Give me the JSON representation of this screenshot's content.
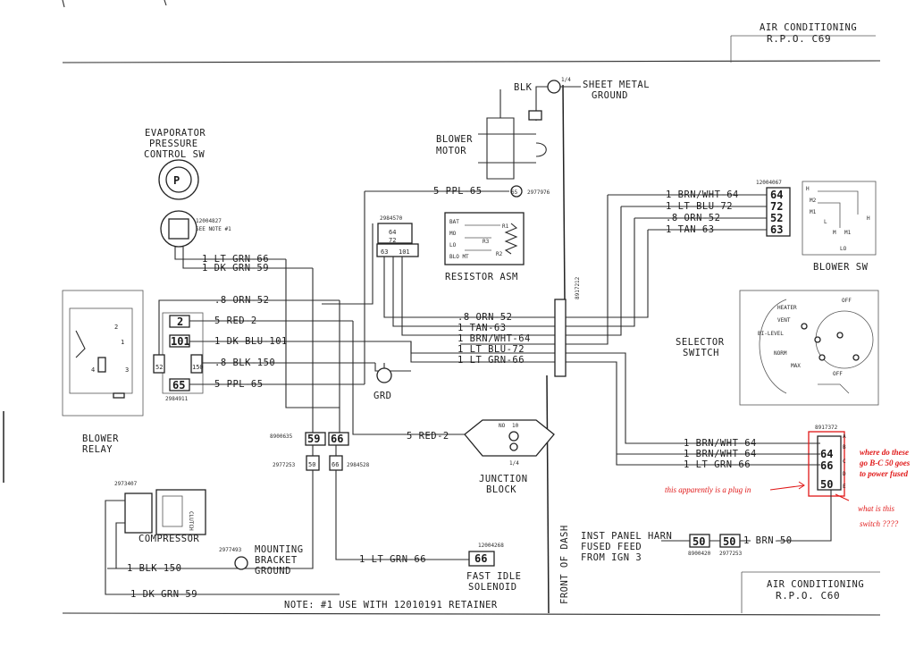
{
  "title_block_top": {
    "line1": "AIR CONDITIONING",
    "line2": "R.P.O. C69"
  },
  "title_block_bottom": {
    "line1": "AIR CONDITIONING",
    "line2": "R.P.O. C60"
  },
  "components": {
    "ground_label": "BLK",
    "sheet_metal_ground": [
      "SHEET METAL",
      "GROUND"
    ],
    "blower_motor": [
      "BLOWER",
      "MOTOR"
    ],
    "evap_switch": [
      "EVAPORATOR",
      "PRESSURE",
      "CONTROL SW"
    ],
    "evap_p": "P",
    "evap_part": "12004827",
    "evap_note": "SEE NOTE #1",
    "resistor_asm": "RESISTOR ASM",
    "resistor_part": "2984570",
    "resistor_pins": [
      "BAT",
      "MO",
      "LO",
      "BLO MT",
      "R1",
      "R3",
      "R2"
    ],
    "blower_sw": "BLOWER SW",
    "blower_sw_part": "12004067",
    "blower_sw_pins": [
      "H",
      "M2",
      "M1",
      "M",
      "L",
      "M1",
      "H",
      "LO"
    ],
    "selector_switch": [
      "SELECTOR",
      "SWITCH"
    ],
    "selector_positions": [
      "HEATER",
      "OFF",
      "VENT",
      "BI-LEVEL",
      "NORM",
      "MAX",
      "OFF"
    ],
    "blower_relay": [
      "BLOWER",
      "RELAY"
    ],
    "relay_pins": [
      "2",
      "1",
      "4",
      "3"
    ],
    "relay_part": "2984911",
    "junction_block": [
      "JUNCTION",
      "BLOCK"
    ],
    "junction_pins": [
      "NO",
      "10",
      "1/4"
    ],
    "compressor": "COMPRESSOR",
    "compressor_part": "2973407",
    "clutch": "CLUTCH",
    "mounting": [
      "MOUNTING",
      "BRACKET",
      "GROUND"
    ],
    "mounting_part": "2977493",
    "fast_idle": [
      "FAST IDLE",
      "SOLENOID"
    ],
    "fast_idle_part": "12004268",
    "front_of_dash": "FRONT OF DASH",
    "dash_connector_part": "8917212",
    "inst_panel": [
      "INST PANEL HARN",
      "FUSED FEED",
      "FROM IGN 3"
    ],
    "inst_parts": [
      "8900420",
      "2977253"
    ],
    "note": "NOTE: #1 USE WITH 12010191 RETAINER",
    "grd": "GRD",
    "conn_parts": [
      "8900635",
      "2977253",
      "2984528"
    ],
    "switch_plug_part": "8917372",
    "plug_letters": [
      "A",
      "B",
      "C",
      "D",
      "E"
    ],
    "ppl_part": "2977976",
    "r1_sup": "1/4"
  },
  "wires": {
    "ppl65_top": "5 PPL-65",
    "ltgrn66_evap": "1 LT GRN-66",
    "dkgrn59_evap": "1 DK GRN-59",
    "orn52_left": ".8 ORN-52",
    "red2_left": "5 RED-2",
    "dkblu101": "1 DK BLU-101",
    "blk150_left": ".8 BLK-150",
    "ppl65_left": "5 PPL-65",
    "orn52_right": ".8 ORN-52",
    "tan63_right": "1 TAN-63",
    "brnwht64_right": "1 BRN/WHT-64",
    "ltblu72_right": "1 LT BLU-72",
    "ltgrn66_right": "1 LT GRN-66",
    "red2_junction": "5 RED-2",
    "sw_brnwht64": "1 BRN/WHT-64",
    "sw_ltblu72": "1 LT BLU-72",
    "sw_orn52": ".8 ORN-52",
    "sw_tan63": "1 TAN-63",
    "plug_brnwht64_a": "1 BRN/WHT-64",
    "plug_brnwht64_b": "1 BRN/WHT-64",
    "plug_ltgrn66": "1 LT GRN-66",
    "brn50": "1 BRN-50",
    "blk150_bottom": "1 BLK-150",
    "ltgrn66_bottom": "1 LT GRN-66",
    "dkgrn59_bottom": "1 DK GRN-59"
  },
  "connector_numbers": {
    "evap": [
      "64",
      "72",
      "63",
      "101"
    ],
    "blower_sw": [
      "64",
      "72",
      "52",
      "63"
    ],
    "relay": [
      "2",
      "101",
      "52",
      "150",
      "65"
    ],
    "mid": [
      "59",
      "66"
    ],
    "low": [
      "50",
      "66"
    ],
    "single": [
      "66",
      "50",
      "50",
      "65"
    ],
    "plug": [
      "64",
      "66",
      "50"
    ]
  },
  "annotations": {
    "plug_question": [
      "where do these",
      "go B-C 50 goes",
      "to power fused"
    ],
    "plug_in": "this apparently is a plug in",
    "switch_q1": "what is this",
    "switch_q2": "switch ????"
  },
  "colors": {
    "annotation": "#e01818",
    "ink": "#222222"
  }
}
